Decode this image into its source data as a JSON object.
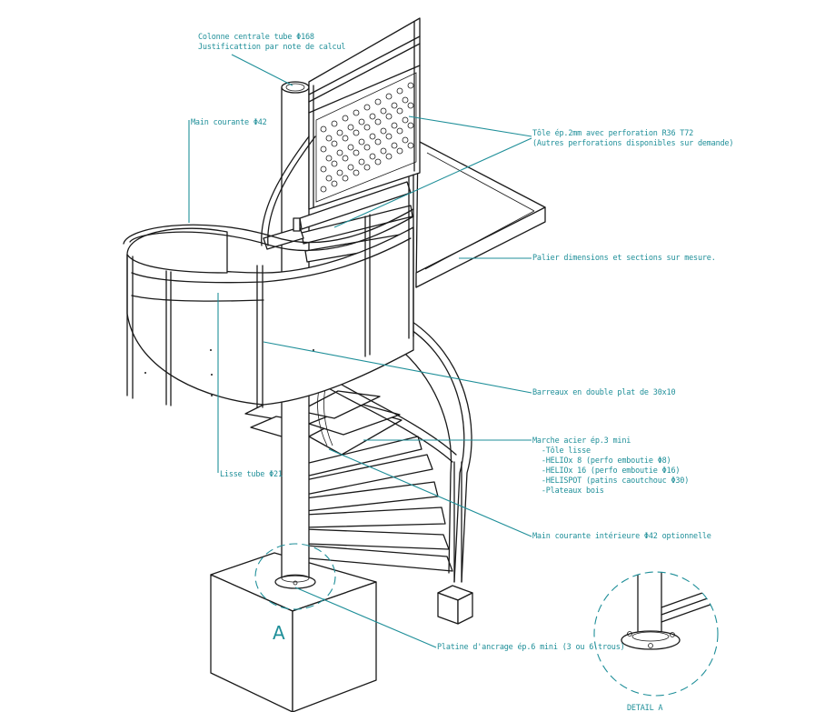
{
  "labels": {
    "colonne": "Colonne centrale tube Φ168\nJustificattion par note de calcul",
    "main_courante": "Main courante Φ42",
    "tole": "Tôle ép.2mm avec perforation R36 T72\n(Autres perforations disponibles sur demande)",
    "palier": "Palier dimensions et sections sur mesure.",
    "barreaux": "Barreaux en double plat de 30x10",
    "marche": "Marche acier ép.3 mini\n  -Tôle lisse\n  -HELIOx 8 (perfo emboutie Φ8)\n  -HELIOx 16 (perfo emboutie Φ16)\n  -HELISPOT (patins caoutchouc Φ30)\n  -Plateaux bois",
    "lisse": "Lisse tube Φ21",
    "main_courante_int": "Main courante intérieure Φ42 optionnelle",
    "platine": "Platine d'ancrage ép.6 mini (3 ou 6 trous)",
    "detail_marker": "A",
    "detail_title": "DETAIL A"
  },
  "colors": {
    "callout": "#1f8f99",
    "line": "#1a1a1a"
  }
}
